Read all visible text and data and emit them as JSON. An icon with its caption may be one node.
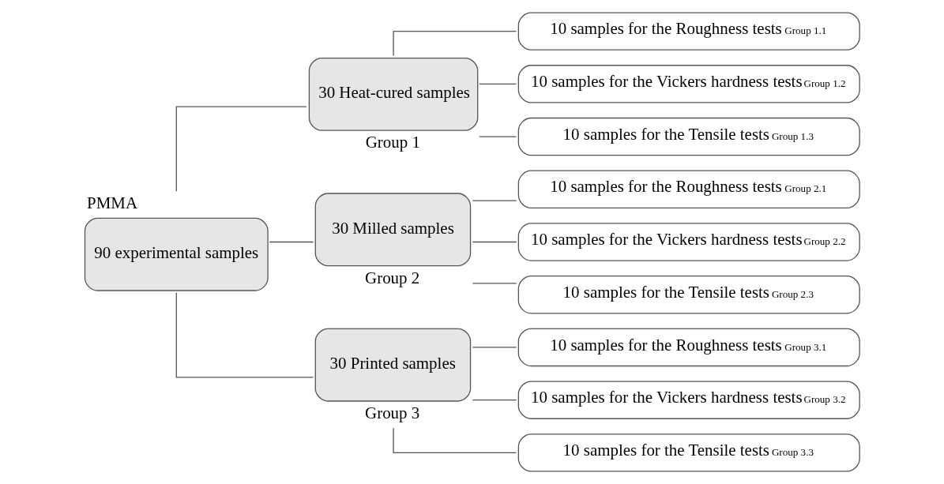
{
  "diagram": {
    "nodes": [
      {
        "text": [
          "90 experimental samples"
        ],
        "beside": [
          "PMMA"
        ]
      },
      {
        "text": [
          "30 Heat-cured samples"
        ],
        "beside": [
          "Group 1"
        ]
      },
      {
        "text": [
          "10 samples for the Roughness tests",
          "Group 1.1"
        ]
      },
      {
        "text": [
          "10 samples for the Vickers hardness tests",
          "Group 1.2"
        ]
      },
      {
        "text": [
          "10 samples for the Tensile tests",
          "Group 1.3"
        ]
      },
      {
        "text": [
          "30 Milled samples"
        ],
        "beside": [
          "Group 2"
        ]
      },
      {
        "text": [
          "10 samples for the Roughness tests",
          "Group 2.1"
        ]
      },
      {
        "text": [
          "10 samples for the Vickers hardness tests",
          "Group 2.2"
        ]
      },
      {
        "text": [
          "10 samples for the Tensile tests",
          "Group 2.3"
        ]
      },
      {
        "text": [
          "30 Printed samples"
        ],
        "beside": [
          "Group 3"
        ]
      },
      {
        "text": [
          "10 samples for the Roughness tests",
          "Group 3.1"
        ]
      },
      {
        "text": [
          "10 samples for the Vickers hardness tests",
          "Group 3.2"
        ]
      },
      {
        "text": [
          "10 samples for the Tensile tests",
          "Group 3.3"
        ]
      }
    ],
    "edges": [
      {
        "from": 0,
        "to": 1,
        "arrow": "none"
      },
      {
        "from": 0,
        "to": 5,
        "arrow": "none"
      },
      {
        "from": 0,
        "to": 9,
        "arrow": "none"
      },
      {
        "from": 1,
        "to": 2,
        "arrow": "none"
      },
      {
        "from": 1,
        "to": 3,
        "arrow": "none"
      },
      {
        "from": 1,
        "to": 4,
        "arrow": "none"
      },
      {
        "from": 5,
        "to": 6,
        "arrow": "none"
      },
      {
        "from": 5,
        "to": 7,
        "arrow": "none"
      },
      {
        "from": 5,
        "to": 8,
        "arrow": "none"
      },
      {
        "from": 9,
        "to": 10,
        "arrow": "none"
      },
      {
        "from": 9,
        "to": 11,
        "arrow": "none"
      },
      {
        "from": 9,
        "to": 12,
        "arrow": "none"
      }
    ]
  }
}
